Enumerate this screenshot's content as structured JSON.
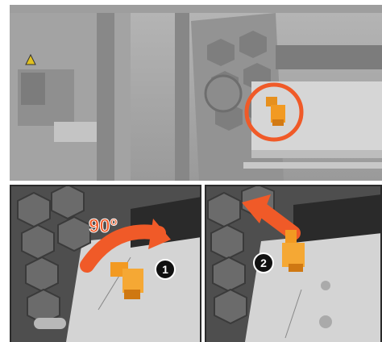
{
  "callouts": {
    "rotation_angle": "90º",
    "step_1": "1",
    "step_2": "2"
  },
  "colors": {
    "accent_orange": "#F05A28",
    "part_orange": "#F29A22",
    "step_badge": "#111111"
  }
}
